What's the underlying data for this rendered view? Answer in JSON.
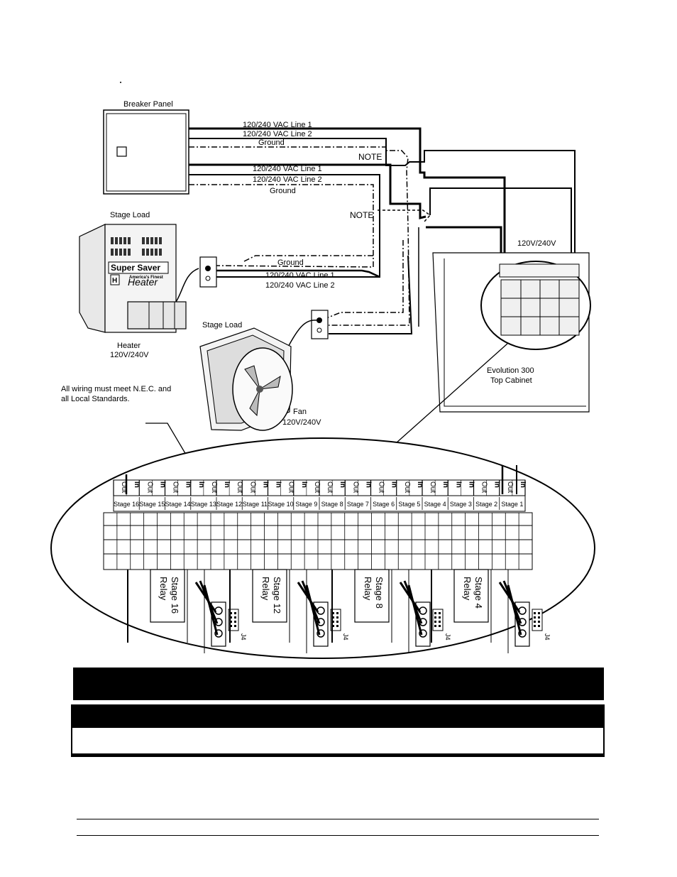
{
  "diagram": {
    "breaker_panel_label": "Breaker Panel",
    "stage_load_heater_label": "Stage Load",
    "stage_load_fan_label": "Stage Load",
    "wire_line1_top": "120/240 VAC Line 1",
    "wire_line2_top": "120/240 VAC Line 2",
    "wire_ground_top": "Ground",
    "wire_line1_mid": "120/240 VAC Line 1",
    "wire_line2_mid": "120/240 VAC Line 2",
    "wire_ground_mid": "Ground",
    "wire_ground_outlet": "Ground",
    "wire_line1_outlet": "120/240 VAC Line 1",
    "wire_line2_outlet": "120/240 VAC Line 2",
    "note_top": "NOTE",
    "note_mid": "NOTE",
    "voltage_cabinet": "120V/240V",
    "heater_brand": "Super Saver",
    "heater_tagline": "America's Finest",
    "heater_word": "Heater",
    "heater_logo": "H",
    "heater_label": "Heater",
    "heater_voltage": "120V/240V",
    "fan_label": "Fan",
    "fan_voltage": "120V/240V",
    "cabinet_label_1": "Evolution 300",
    "cabinet_label_2": "Top Cabinet",
    "wiring_note_1": "All wiring must meet N.E.C. and",
    "wiring_note_2": "all Local Standards.",
    "terminal_labels": [
      "Out",
      "In",
      "Out",
      "In",
      "Out",
      "In",
      "In",
      "Out",
      "In",
      "Out",
      "Out",
      "In",
      "In",
      "Out",
      "In",
      "Out",
      "Out",
      "In",
      "Out",
      "In",
      "Out",
      "In",
      "Out",
      "In",
      "Out",
      "In",
      "In",
      "In",
      "Out",
      "In",
      "Out",
      "In"
    ],
    "stage_labels": [
      "Stage 16",
      "Stage 15",
      "Stage 14",
      "Stage 13",
      "Stage 12",
      "Stage 11",
      "Stage 10",
      "Stage 9",
      "Stage 8",
      "Stage 7",
      "Stage 6",
      "Stage 5",
      "Stage 4",
      "Stage 3",
      "Stage 2",
      "Stage 1"
    ],
    "relays": [
      {
        "line1": "Stage 16",
        "line2": "Relay"
      },
      {
        "line1": "Stage 12",
        "line2": "Relay"
      },
      {
        "line1": "Stage 8",
        "line2": "Relay"
      },
      {
        "line1": "Stage 4",
        "line2": "Relay"
      }
    ],
    "connector_label": "J4"
  }
}
